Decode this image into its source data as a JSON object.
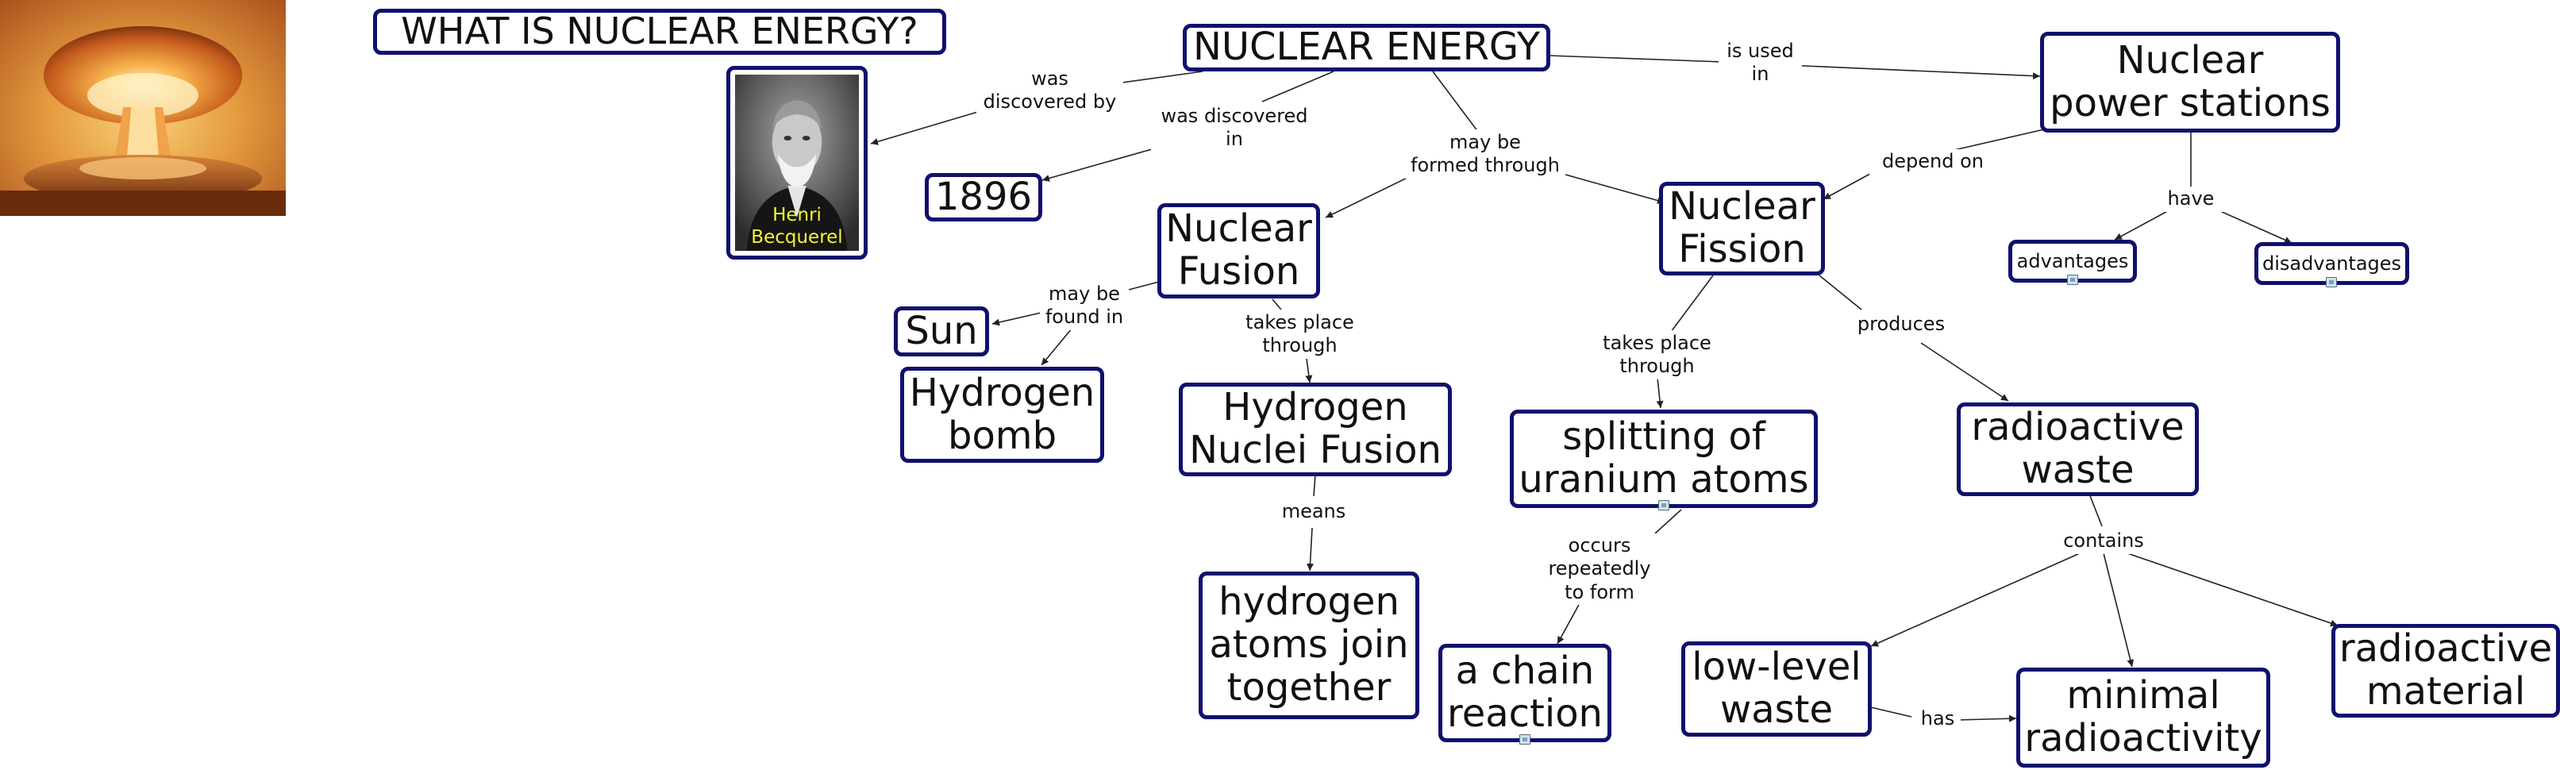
{
  "title": "WHAT IS NUCLEAR ENERGY?",
  "photo": {
    "caption": "Henri\nBecquerel"
  },
  "nodes": {
    "nuclear_energy": "NUCLEAR ENERGY",
    "year": "1896",
    "power_stations": "Nuclear\npower stations",
    "fusion": "Nuclear\nFusion",
    "fission": "Nuclear\nFission",
    "advantages": "advantages",
    "disadvantages": "disadvantages",
    "sun": "Sun",
    "hydrogen_bomb": "Hydrogen\nbomb",
    "hydrogen_nuclei_fusion": "Hydrogen\nNuclei Fusion",
    "splitting": "splitting of\nuranium atoms",
    "radioactive_waste": "radioactive\nwaste",
    "atoms_join": "hydrogen\natoms join\ntogether",
    "chain_reaction": "a chain\nreaction",
    "low_level_waste": "low-level\nwaste",
    "minimal_radioactivity": "minimal\nradioactivity",
    "radioactive_material": "radioactive\nmaterial"
  },
  "links": {
    "discovered_by": "was\ndiscovered by",
    "discovered_in": "was discovered\nin",
    "formed_through": "may be\nformed through",
    "used_in": "is used\nin",
    "depend_on": "depend on",
    "have": "have",
    "found_in": "may be\nfound in",
    "fusion_takes_place": "takes place\nthrough",
    "fission_takes_place": "takes place\nthrough",
    "produces": "produces",
    "means": "means",
    "occurs": "occurs\nrepeatedly\nto form",
    "contains": "contains",
    "has": "has"
  },
  "colors": {
    "node_border": "#10106e",
    "line": "#222222",
    "caption": "#f5f53a"
  },
  "icons": [
    "resource-icon"
  ]
}
